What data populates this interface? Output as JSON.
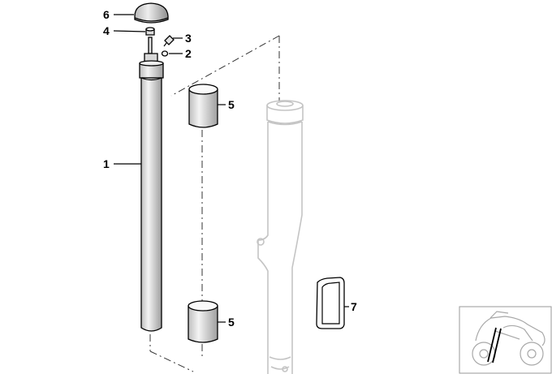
{
  "diagram": {
    "callouts": [
      {
        "id": "1",
        "text": "1"
      },
      {
        "id": "2",
        "text": "2"
      },
      {
        "id": "3",
        "text": "3"
      },
      {
        "id": "4",
        "text": "4"
      },
      {
        "id": "5a",
        "text": "5"
      },
      {
        "id": "5b",
        "text": "5"
      },
      {
        "id": "6",
        "text": "6"
      },
      {
        "id": "7",
        "text": "7"
      }
    ]
  },
  "colors": {
    "line": "#000000",
    "ghost": "#c4c4c4",
    "part_fill": "#ffffff",
    "inset_border": "#9a9a9a"
  }
}
